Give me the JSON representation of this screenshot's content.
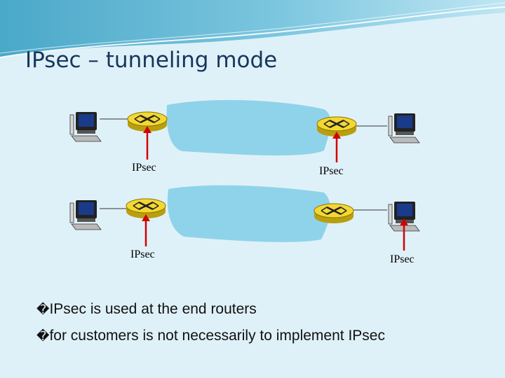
{
  "slide": {
    "title": "IPsec – tunneling mode",
    "colors": {
      "background": "#dff1f8",
      "cloud": "#8fd3ea",
      "router": "#f3d832",
      "arrow": "#d40000",
      "title": "#17365d"
    }
  },
  "diagram": {
    "labels": {
      "top_left": "IPsec",
      "top_right": "IPsec",
      "bottom_left": "IPsec",
      "bottom_right": "IPsec"
    },
    "icons": [
      "computer-icon",
      "router-icon",
      "network-cloud-icon",
      "red-arrow-icon"
    ]
  },
  "bullets": [
    {
      "glyph": "�",
      "text": "IPsec is used at the end routers"
    },
    {
      "glyph": "�",
      "text": "for customers is not necessarily to implement IPsec"
    }
  ]
}
